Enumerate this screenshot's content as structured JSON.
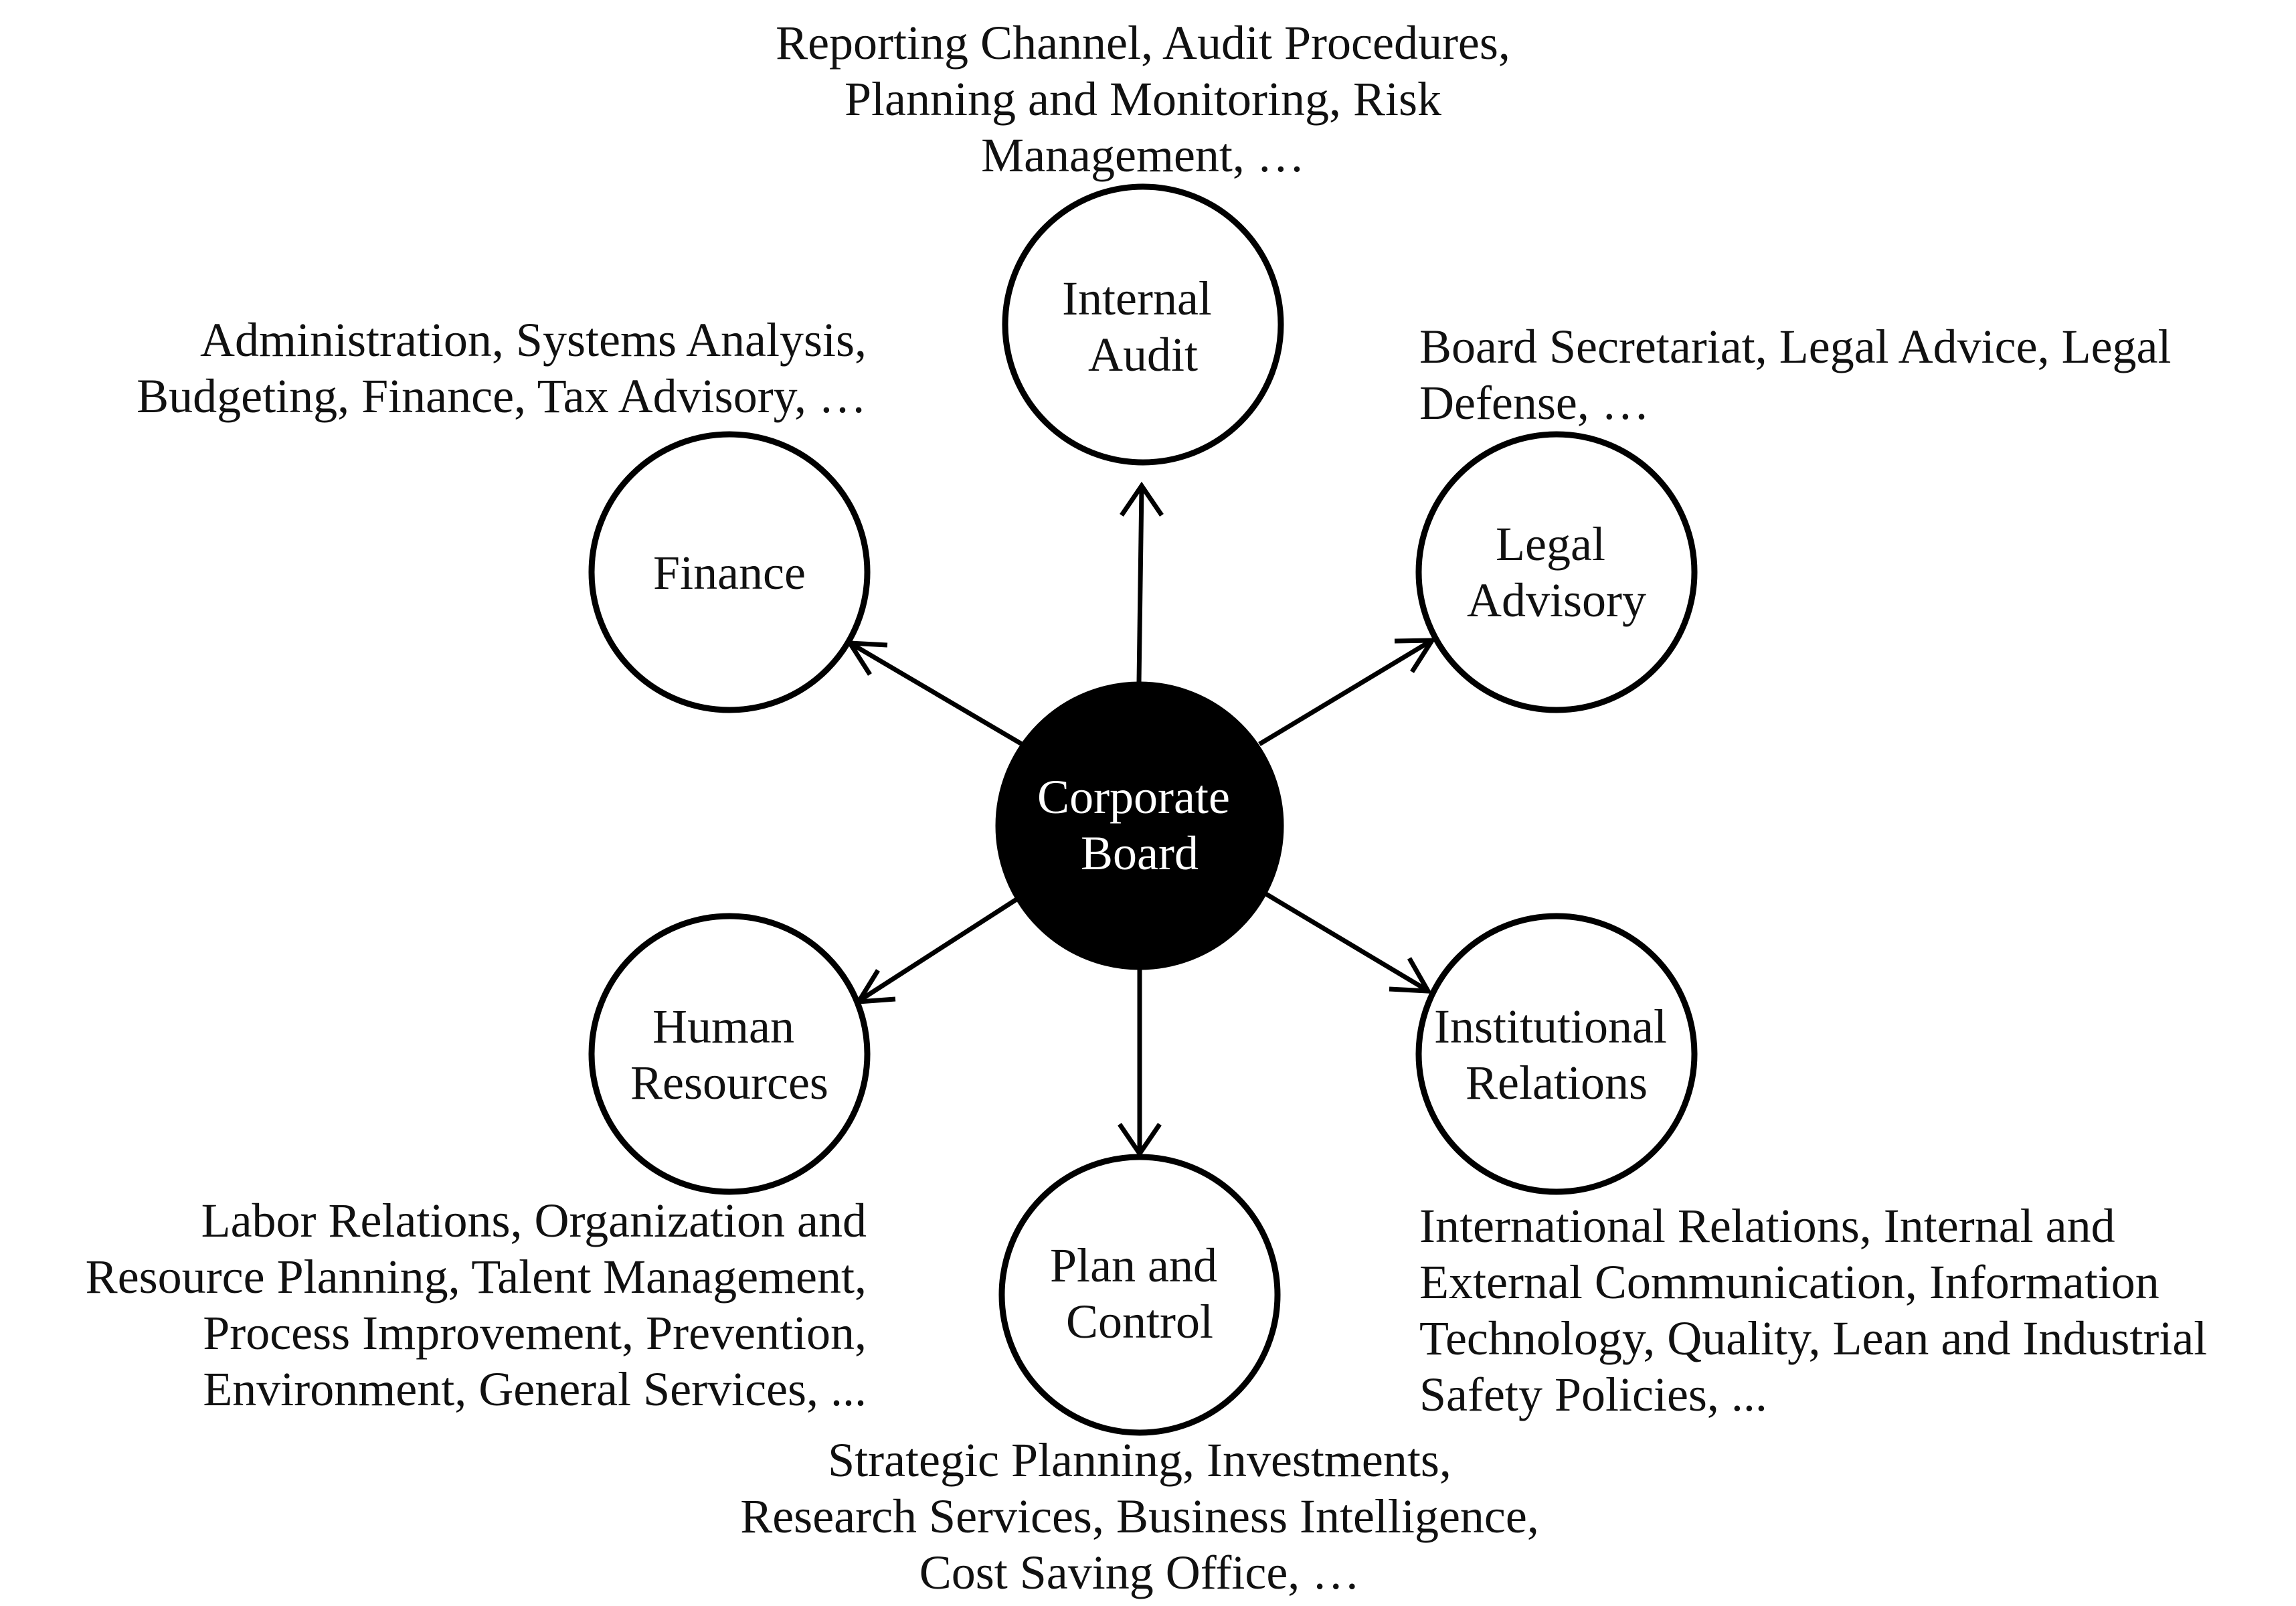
{
  "center_node": {
    "label_lines": [
      "Corporate",
      "Board"
    ]
  },
  "nodes": {
    "internal_audit": {
      "label_lines": [
        "Internal",
        "Audit"
      ],
      "description_lines": [
        "Reporting Channel, Audit Procedures,",
        "Planning and Monitoring, Risk",
        "Management, …"
      ]
    },
    "finance": {
      "label_lines": [
        "Finance"
      ],
      "description_lines": [
        "Administration, Systems Analysis,",
        "Budgeting, Finance, Tax Advisory, …"
      ]
    },
    "legal_advisory": {
      "label_lines": [
        "Legal",
        "Advisory"
      ],
      "description_lines": [
        "Board Secretariat, Legal Advice, Legal",
        "Defense, …"
      ]
    },
    "human_resources": {
      "label_lines": [
        "Human",
        "Resources"
      ],
      "description_lines": [
        "Labor Relations, Organization and",
        "Resource Planning, Talent Management,",
        "Process Improvement, Prevention,",
        "Environment, General Services, ..."
      ]
    },
    "institutional_relations": {
      "label_lines": [
        "Institutional",
        "Relations"
      ],
      "description_lines": [
        "International Relations, Internal and",
        "External Communication, Information",
        "Technology, Quality, Lean and Industrial",
        "Safety Policies, ..."
      ]
    },
    "plan_and_control": {
      "label_lines": [
        "Plan and",
        "Control"
      ],
      "description_lines": [
        "Strategic Planning, Investments,",
        "Research Services, Business Intelligence,",
        "Cost Saving Office, …"
      ]
    }
  },
  "colors": {
    "center_fill": "#000000",
    "center_text": "#ffffff",
    "node_fill": "#ffffff",
    "stroke": "#000000",
    "text": "#111111"
  }
}
